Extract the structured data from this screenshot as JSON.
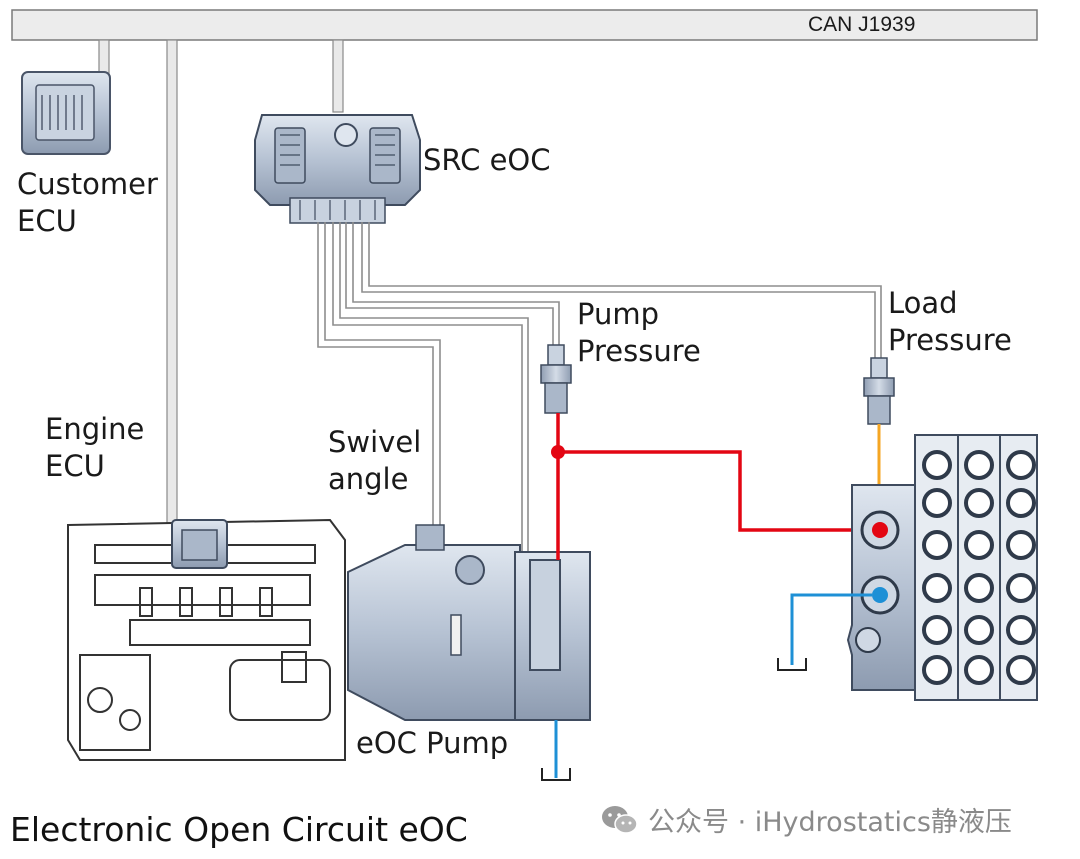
{
  "bus": {
    "label": "CAN J1939"
  },
  "labels": {
    "customer_ecu": [
      "Customer",
      "ECU"
    ],
    "src_eoc": "SRC eOC",
    "pump_pressure": [
      "Pump",
      "Pressure"
    ],
    "load_pressure": [
      "Load",
      "Pressure"
    ],
    "engine_ecu": [
      "Engine",
      "ECU"
    ],
    "swivel_angle": [
      "Swivel",
      "angle"
    ],
    "eoc_pump": "eOC Pump"
  },
  "footer_title": "Electronic Open Circuit eOC",
  "watermark": {
    "text": "公众号 · iHydrostatics静液压",
    "icon": "wechat-icon"
  },
  "colors": {
    "pressure_line": "#e30613",
    "tank_line": "#1e90d6",
    "load_sense_line": "#f5a623",
    "signal_wire": "#9a9a9a",
    "component_body": "#b9c5d6"
  }
}
